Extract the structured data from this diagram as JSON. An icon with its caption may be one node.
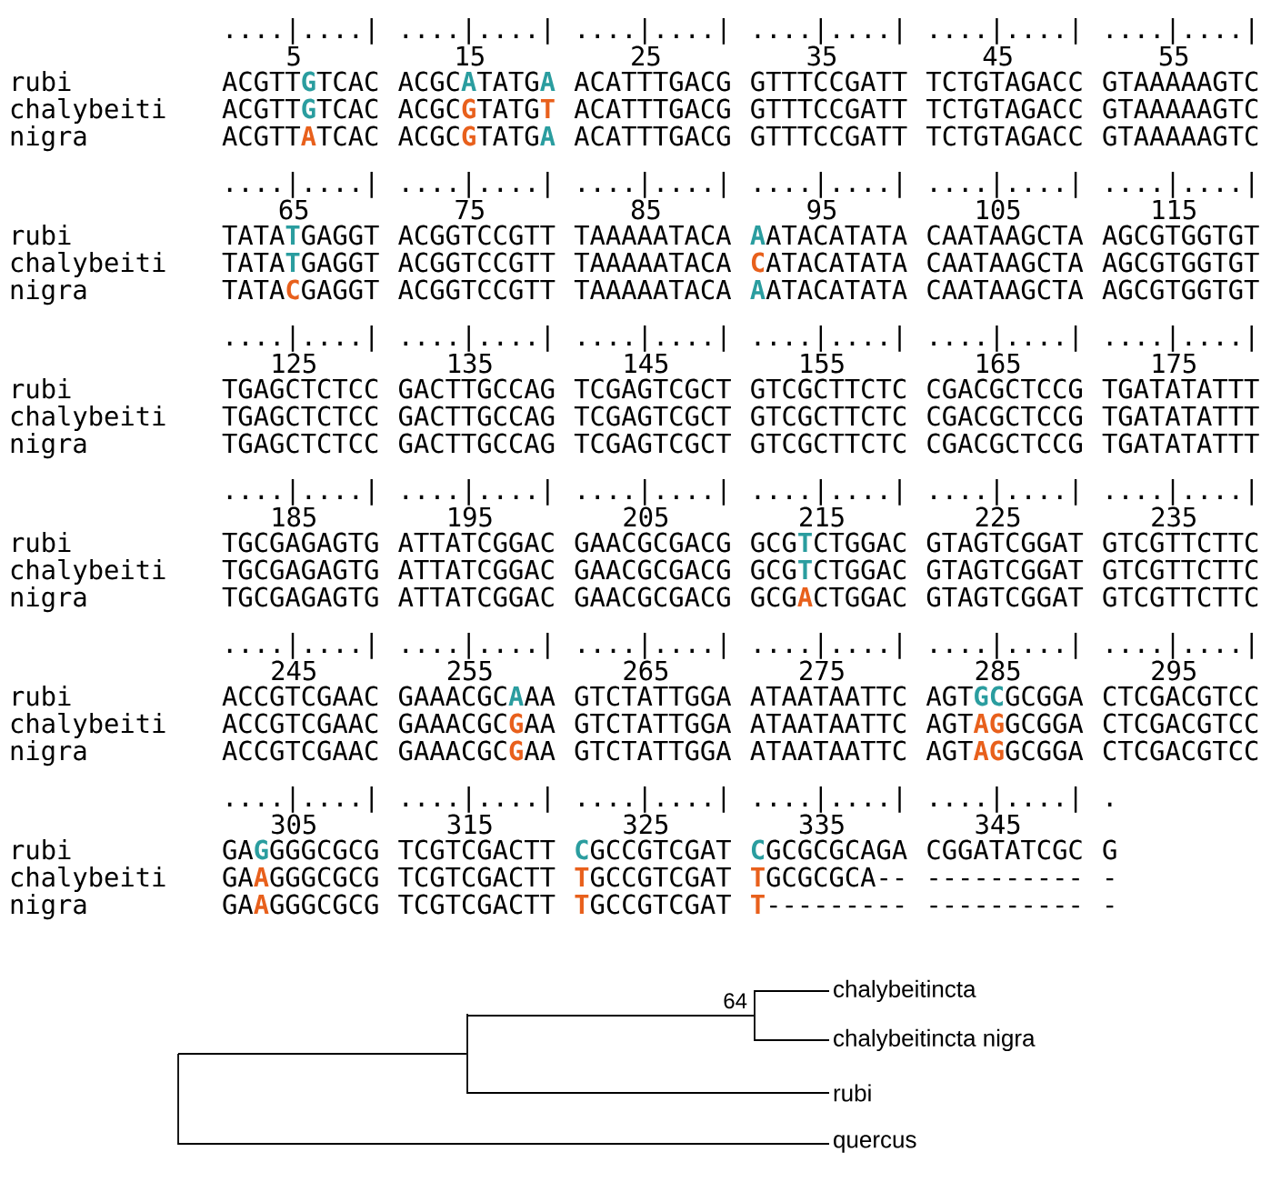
{
  "diagram": {
    "nodes": [
      {
        "text": [],
        "shape": "bar"
      },
      {
        "text": [],
        "shape": "bar"
      },
      {
        "text": [],
        "shape": "bar",
        "beside": [
          "64"
        ]
      },
      {
        "text": [
          "chalybeitincta"
        ]
      },
      {
        "text": [
          "chalybeitincta nigra"
        ]
      },
      {
        "text": [
          "rubi"
        ]
      },
      {
        "text": [
          "quercus"
        ]
      }
    ],
    "edges": [
      {
        "from": 0,
        "to": 1,
        "arrow": "none"
      },
      {
        "from": 0,
        "to": 6,
        "arrow": "none"
      },
      {
        "from": 1,
        "to": 2,
        "arrow": "none"
      },
      {
        "from": 1,
        "to": 5,
        "arrow": "none"
      },
      {
        "from": 2,
        "to": 3,
        "arrow": "none"
      },
      {
        "from": 2,
        "to": 4,
        "arrow": "none"
      }
    ],
    "labels": [
      "....|....|",
      "....|....|",
      "....|....|",
      "....|....|",
      "....|....|",
      "....|....|",
      "5",
      "15",
      "25",
      "35",
      "45",
      "55",
      "rubi",
      "ACGTT",
      "G",
      "TCAC",
      "ACGC",
      "A",
      "TATG",
      "A",
      "ACATTTGACG",
      "GTTTCCGATT",
      "TCTGTAGACC",
      "GTAAAAAGTC",
      "chalybeiti",
      "ACGTT",
      "G",
      "TCAC",
      "ACGC",
      "G",
      "TATG",
      "T",
      "ACATTTGACG",
      "GTTTCCGATT",
      "TCTGTAGACC",
      "GTAAAAAGTC",
      "nigra",
      "ACGTT",
      "A",
      "TCAC",
      "ACGC",
      "G",
      "TATG",
      "A",
      "ACATTTGACG",
      "GTTTCCGATT",
      "TCTGTAGACC",
      "GTAAAAAGTC",
      "....|....|",
      "....|....|",
      "....|....|",
      "....|....|",
      "....|....|",
      "....|....|",
      "65",
      "75",
      "85",
      "95",
      "105",
      "115",
      "rubi",
      "TATA",
      "T",
      "GAGGT",
      "ACGGTCCGTT",
      "TAAAAATACA",
      "A",
      "ATACATATA",
      "CAATAAGCTA",
      "AGCGTGGTGT",
      "chalybeiti",
      "TATA",
      "T",
      "GAGGT",
      "ACGGTCCGTT",
      "TAAAAATACA",
      "C",
      "ATACATATA",
      "CAATAAGCTA",
      "AGCGTGGTGT",
      "nigra",
      "TATA",
      "C",
      "GAGGT",
      "ACGGTCCGTT",
      "TAAAAATACA",
      "A",
      "ATACATATA",
      "CAATAAGCTA",
      "AGCGTGGTGT",
      "....|....|",
      "....|....|",
      "....|....|",
      "....|....|",
      "....|....|",
      "....|....|",
      "125",
      "135",
      "145",
      "155",
      "165",
      "175",
      "rubi",
      "TGAGCTCTCC",
      "GACTTGCCAG",
      "TCGAGTCGCT",
      "GTCGCTTCTC",
      "CGACGCTCCG",
      "TGATATATTT",
      "chalybeiti",
      "TGAGCTCTCC",
      "GACTTGCCAG",
      "TCGAGTCGCT",
      "GTCGCTTCTC",
      "CGACGCTCCG",
      "TGATATATTT",
      "nigra",
      "TGAGCTCTCC",
      "GACTTGCCAG",
      "TCGAGTCGCT",
      "GTCGCTTCTC",
      "CGACGCTCCG",
      "TGATATATTT",
      "....|....|",
      "....|....|",
      "....|....|",
      "....|....|",
      "....|....|",
      "....|....|",
      "185",
      "195",
      "205",
      "215",
      "225",
      "235",
      "rubi",
      "TGCGAGAGTG",
      "ATTATCGGAC",
      "GAACGCGACG",
      "GCG",
      "T",
      "CTGGAC",
      "GTAGTCGGAT",
      "GTCGTTCTTC",
      "chalybeiti",
      "TGCGAGAGTG",
      "ATTATCGGAC",
      "GAACGCGACG",
      "GCG",
      "T",
      "CTGGAC",
      "GTAGTCGGAT",
      "GTCGTTCTTC",
      "nigra",
      "TGCGAGAGTG",
      "ATTATCGGAC",
      "GAACGCGACG",
      "GCG",
      "A",
      "CTGGAC",
      "GTAGTCGGAT",
      "GTCGTTCTTC",
      "....|....|",
      "....|....|",
      "....|....|",
      "....|....|",
      "....|....|",
      "....|....|",
      "245",
      "255",
      "265",
      "275",
      "285",
      "295",
      "rubi",
      "ACCGTCGAAC",
      "GAAACGC",
      "A",
      "AA",
      "GTCTATTGGA",
      "ATAATAATTC",
      "AGT",
      "GC",
      "GCGGA",
      "CTCGACGTCC",
      "chalybeiti",
      "ACCGTCGAAC",
      "GAAACGC",
      "G",
      "AA",
      "GTCTATTGGA",
      "ATAATAATTC",
      "AGT",
      "AG",
      "GCGGA",
      "CTCGACGTCC",
      "nigra",
      "ACCGTCGAAC",
      "GAAACGC",
      "G",
      "AA",
      "GTCTATTGGA",
      "ATAATAATTC",
      "AGT",
      "AG",
      "GCGGA",
      "CTCGACGTCC",
      "....|....|",
      "....|....|",
      "....|....|",
      "....|....|",
      "....|....|",
      ".",
      "305",
      "315",
      "325",
      "335",
      "345",
      "rubi",
      "GA",
      "G",
      "GGGCGCG",
      "TCGTCGACTT",
      "C",
      "GCCGTCGAT",
      "C",
      "GCGCGCAGA",
      "CGGATATCGC",
      "G",
      "chalybeiti",
      "GA",
      "A",
      "GGGCGCG",
      "TCGTCGACTT",
      "T",
      "GCCGTCGAT",
      "T",
      "GCGCGCA--",
      "----------",
      "-",
      "nigra",
      "GA",
      "A",
      "GGGCGCG",
      "TCGTCGACTT",
      "T",
      "GCCGTCGAT",
      "T",
      "---------",
      "----------",
      "-"
    ]
  }
}
